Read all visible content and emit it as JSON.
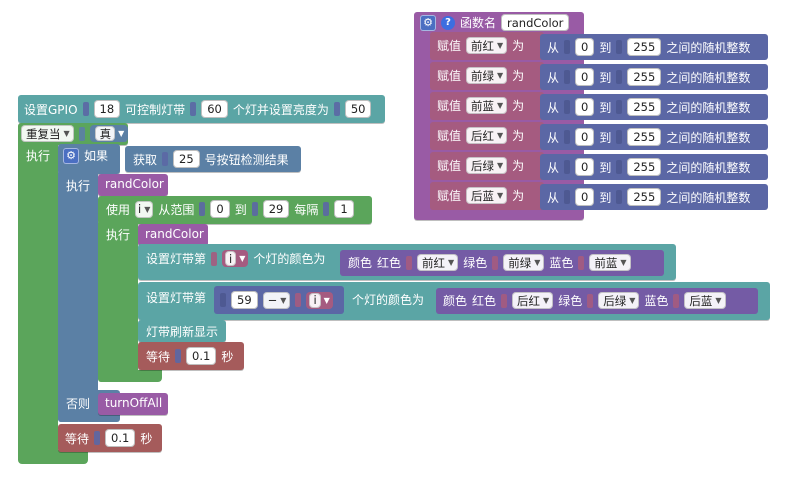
{
  "colors": {
    "gpio": "#5ba5a5",
    "loop": "#5ba55b",
    "logic": "#5b80a5",
    "function": "#995ba5",
    "math": "#5b67a5",
    "color": "#745ba5",
    "timer": "#a55b5b",
    "variable": "#a55b80"
  },
  "gpio_setup": {
    "label_set": "设置GPIO",
    "pin": "18",
    "label_ctrl": "可控制灯带",
    "count": "60",
    "label_bright": "个灯并设置亮度为",
    "brightness": "50"
  },
  "repeat": {
    "mode": "重复当",
    "cond": "真",
    "do": "执行"
  },
  "if_block": {
    "if": "如果",
    "get": "获取",
    "button_num": "25",
    "button_label": "号按钮检测结果",
    "then": "执行",
    "else": "否则"
  },
  "call1": "randColor",
  "for_loop": {
    "use": "使用",
    "var": "i",
    "range": "从范围",
    "from": "0",
    "to_label": "到",
    "to": "29",
    "step_label": "每隔",
    "step": "1",
    "do": "执行"
  },
  "call2": "randColor",
  "set1": {
    "label": "设置灯带第",
    "index": "i",
    "color_label": "个灯的颜色为",
    "color_title": "颜色",
    "r_label": "红色",
    "r": "前红",
    "g_label": "绿色",
    "g": "前绿",
    "b_label": "蓝色",
    "b": "前蓝"
  },
  "set2": {
    "label": "设置灯带第",
    "a": "59",
    "op": "−",
    "index": "i",
    "color_label": "个灯的颜色为",
    "color_title": "颜色",
    "r_label": "红色",
    "r": "后红",
    "g_label": "绿色",
    "g": "后绿",
    "b_label": "蓝色",
    "b": "后蓝"
  },
  "refresh": "灯带刷新显示",
  "wait_inner": {
    "label": "等待",
    "value": "0.1",
    "unit": "秒"
  },
  "call_off": "turnOffAll",
  "wait_outer": {
    "label": "等待",
    "value": "0.1",
    "unit": "秒"
  },
  "func_def": {
    "title": "函数名",
    "name": "randColor",
    "assign": "赋值",
    "as": "为",
    "from": "从",
    "to": "到",
    "tail": "之间的随机整数",
    "rows": [
      {
        "var": "前红",
        "min": "0",
        "max": "255"
      },
      {
        "var": "前绿",
        "min": "0",
        "max": "255"
      },
      {
        "var": "前蓝",
        "min": "0",
        "max": "255"
      },
      {
        "var": "后红",
        "min": "0",
        "max": "255"
      },
      {
        "var": "后绿",
        "min": "0",
        "max": "255"
      },
      {
        "var": "后蓝",
        "min": "0",
        "max": "255"
      }
    ]
  }
}
